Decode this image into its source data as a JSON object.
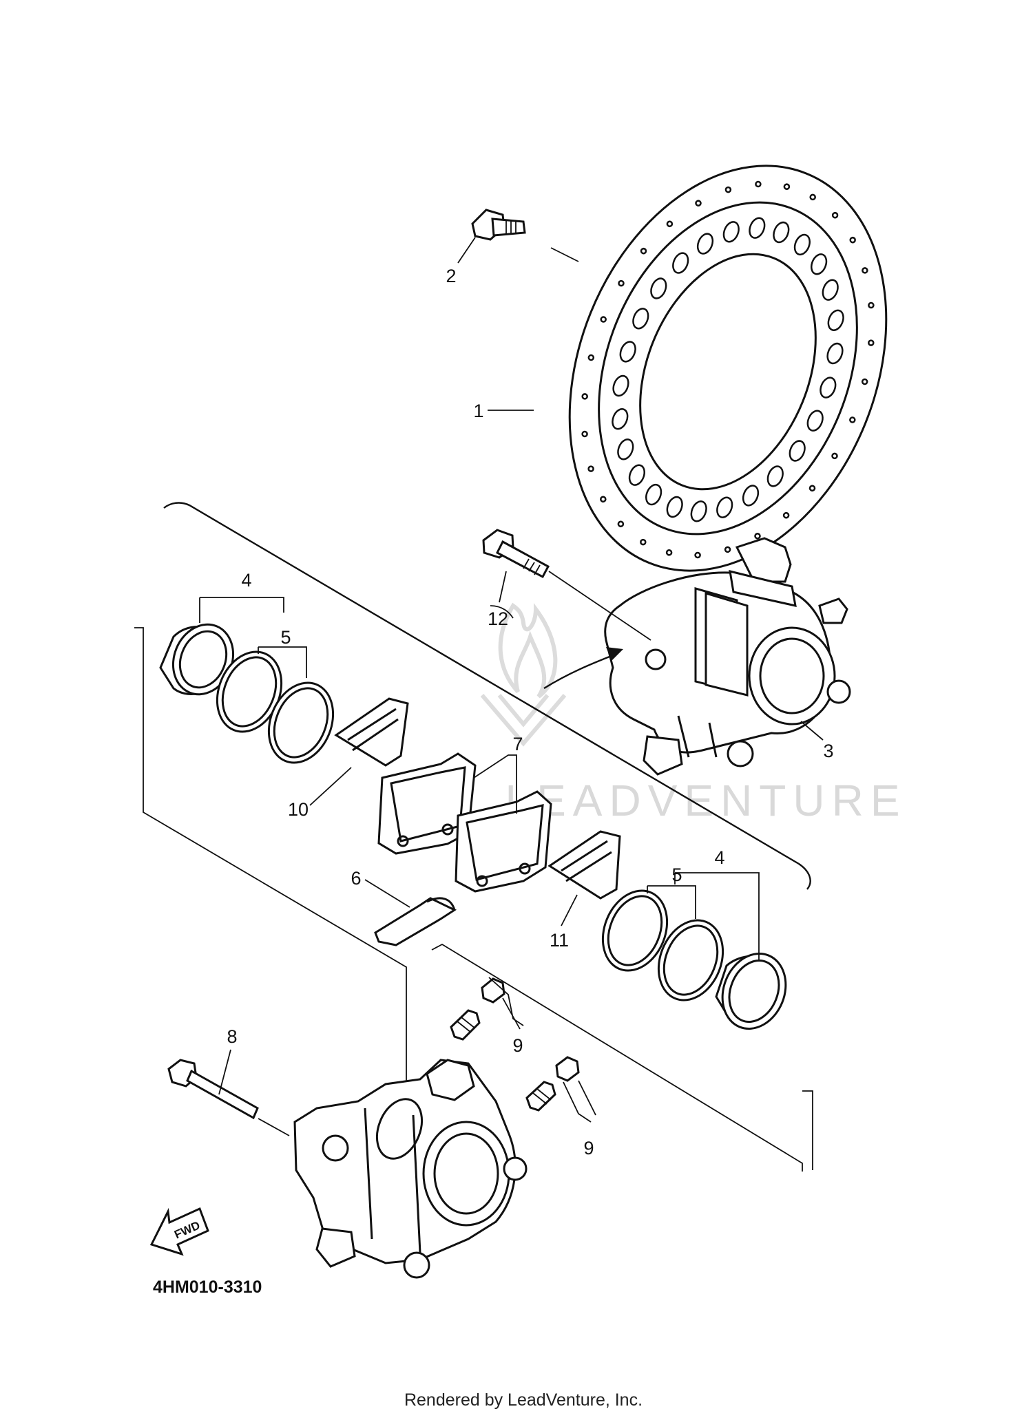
{
  "diagram": {
    "callouts": [
      {
        "id": "1",
        "text": "1"
      },
      {
        "id": "2",
        "text": "2"
      },
      {
        "id": "3",
        "text": "3"
      },
      {
        "id": "4a",
        "text": "4"
      },
      {
        "id": "4b",
        "text": "4"
      },
      {
        "id": "5a",
        "text": "5"
      },
      {
        "id": "5b",
        "text": "5"
      },
      {
        "id": "6",
        "text": "6"
      },
      {
        "id": "7",
        "text": "7"
      },
      {
        "id": "8",
        "text": "8"
      },
      {
        "id": "9a",
        "text": "9"
      },
      {
        "id": "9b",
        "text": "9"
      },
      {
        "id": "10",
        "text": "10"
      },
      {
        "id": "11",
        "text": "11"
      },
      {
        "id": "12",
        "text": "12"
      }
    ],
    "diagram_code": "4HM010-3310",
    "fwd_label": "FWD",
    "watermark": "LEADVENTURE",
    "footer": "Rendered by LeadVenture, Inc."
  }
}
